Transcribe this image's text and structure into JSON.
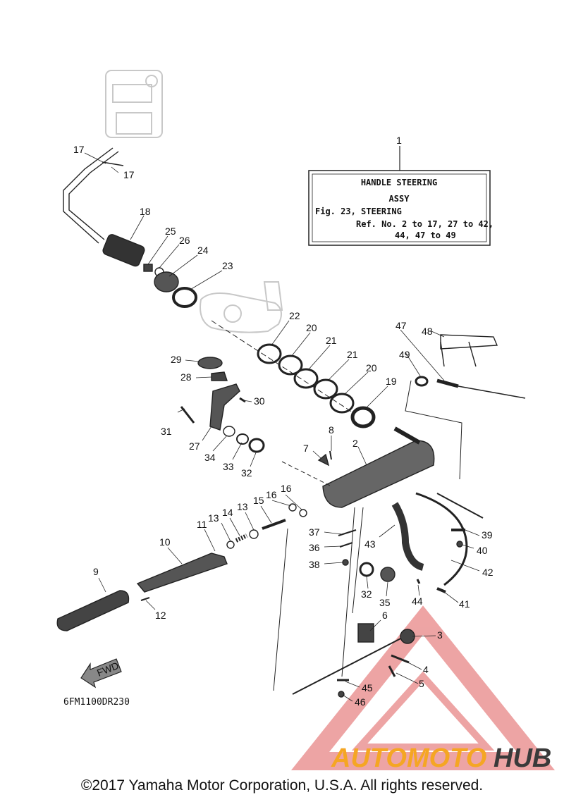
{
  "info_box": {
    "ref_no": "1",
    "title_line1": "HANDLE STEERING",
    "title_line2": "ASSY",
    "fig_line": "Fig. 23, STEERING",
    "ref_line1": "Ref. No. 2 to 17, 27 to 42,",
    "ref_line2": "44, 47 to 49"
  },
  "callouts": {
    "c17a": "17",
    "c17b": "17",
    "c18": "18",
    "c25": "25",
    "c26": "26",
    "c24": "24",
    "c23": "23",
    "c22": "22",
    "c20a": "20",
    "c21a": "21",
    "c21b": "21",
    "c20b": "20",
    "c19": "19",
    "c47": "47",
    "c48": "48",
    "c49": "49",
    "c29": "29",
    "c28": "28",
    "c30": "30",
    "c31": "31",
    "c27": "27",
    "c34": "34",
    "c33": "33",
    "c32a": "32",
    "c8": "8",
    "c7": "7",
    "c2": "2",
    "c16a": "16",
    "c16b": "16",
    "c15": "15",
    "c14": "14",
    "c13a": "13",
    "c13b": "13",
    "c11": "11",
    "c10": "10",
    "c9": "9",
    "c12": "12",
    "c37": "37",
    "c36": "36",
    "c38": "38",
    "c43": "43",
    "c39": "39",
    "c40": "40",
    "c42": "42",
    "c32b": "32",
    "c35": "35",
    "c44": "44",
    "c41": "41",
    "c6": "6",
    "c3": "3",
    "c4": "4",
    "c5": "5",
    "c45": "45",
    "c46": "46"
  },
  "fwd_label": "FWD",
  "diagram_code": "6FM1100DR230",
  "watermark": {
    "part1": "AUTOMOTO",
    "part2": "HUB",
    "color1": "#f5a623",
    "color2": "#3a3a3a",
    "logo_color": "#e05a5a"
  },
  "copyright": "©2017 Yamaha Motor Corporation, U.S.A. All rights reserved."
}
